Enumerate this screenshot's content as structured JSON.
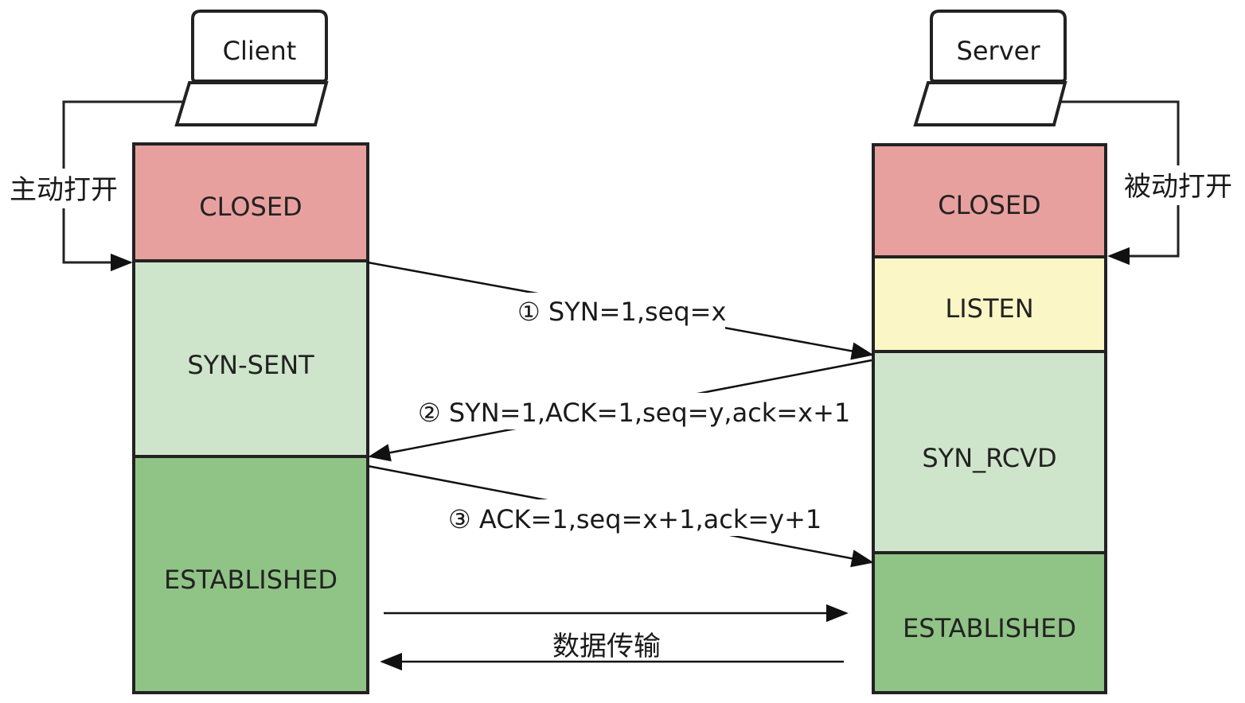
{
  "client": {
    "label": "Client",
    "open_label": "主动打开",
    "states": {
      "closed": "CLOSED",
      "syn_sent": "SYN-SENT",
      "established": "ESTABLISHED"
    }
  },
  "server": {
    "label": "Server",
    "open_label": "被动打开",
    "states": {
      "closed": "CLOSED",
      "listen": "LISTEN",
      "syn_rcvd": "SYN_RCVD",
      "established": "ESTABLISHED"
    }
  },
  "messages": {
    "step1": "① SYN=1,seq=x",
    "step2": "② SYN=1,ACK=1,seq=y,ack=x+1",
    "step3": "③ ACK=1,seq=x+1,ack=y+1"
  },
  "data_transfer_label": "数据传输",
  "colors": {
    "closed": "#e8a09e",
    "syn": "#cfe5cb",
    "established": "#90c386",
    "listen": "#fbf6c5",
    "stroke": "#222222"
  }
}
